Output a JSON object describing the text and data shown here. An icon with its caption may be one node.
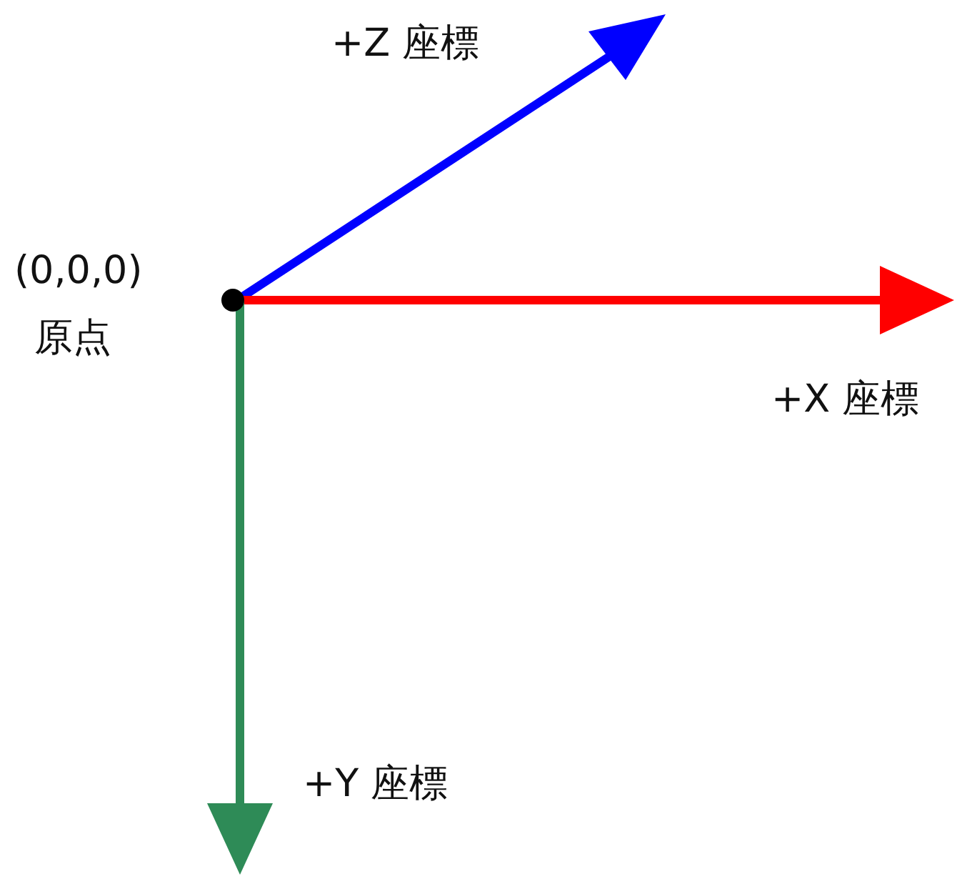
{
  "diagram": {
    "labels": [
      "+Z 座標",
      "(0,0,0)",
      "原点",
      "+X 座標",
      "+Y 座標"
    ]
  }
}
